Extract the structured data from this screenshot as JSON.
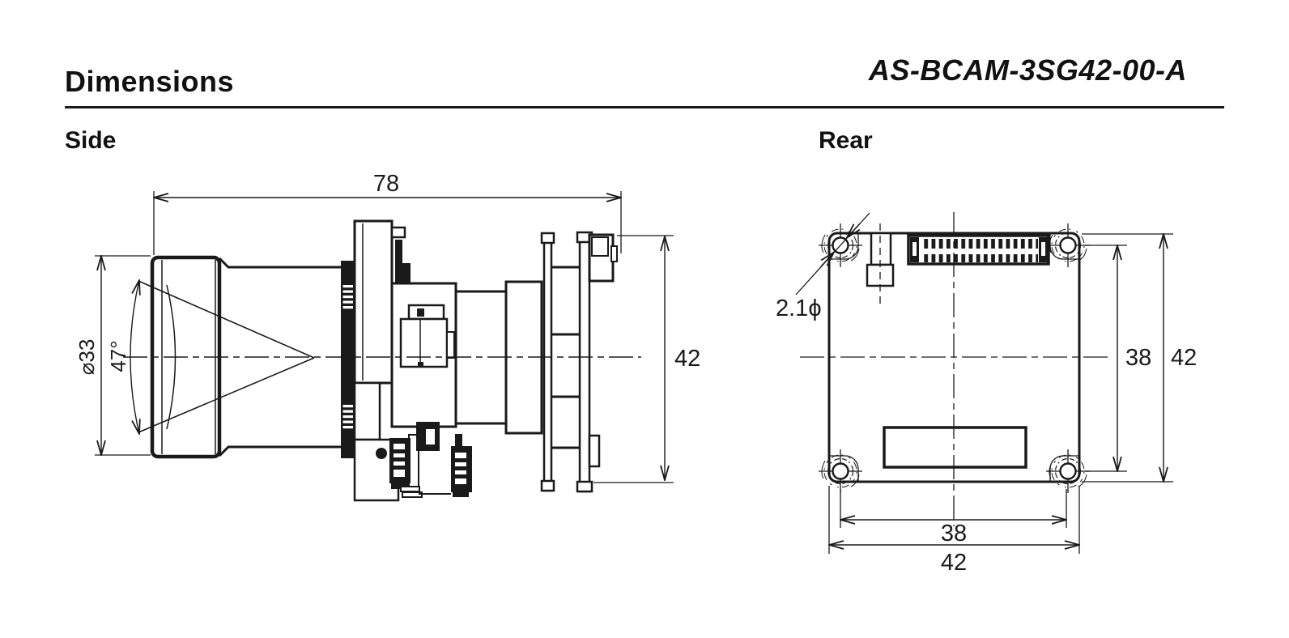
{
  "header": {
    "title": "Dimensions",
    "model": "AS-BCAM-3SG42-00-A"
  },
  "side_view": {
    "label": "Side",
    "dim_length": "78",
    "dim_height": "42",
    "dim_lens_diameter": "⌀33",
    "dim_fov_angle": "47°"
  },
  "rear_view": {
    "label": "Rear",
    "dim_hole_diameter": "2.1ϕ",
    "dim_hole_pitch_vertical": "38",
    "dim_height": "42",
    "dim_hole_pitch_horizontal": "38",
    "dim_width": "42"
  },
  "colors": {
    "ink": "#1a1a1a",
    "background": "#ffffff"
  }
}
